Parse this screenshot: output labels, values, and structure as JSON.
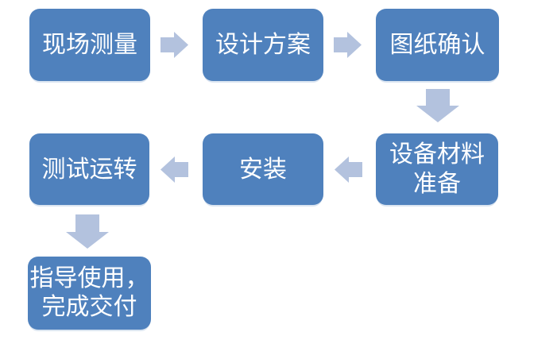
{
  "colors": {
    "canvas_bg": "#ffffff",
    "box_fill": "#4f81bd",
    "box_text": "#ffffff",
    "box_shadow": "#dbe5f1",
    "arrow_fill": "#b3c2de"
  },
  "flow": {
    "nodes": [
      {
        "id": "site-measurement",
        "label": "现场测量"
      },
      {
        "id": "design-plan",
        "label": "设计方案"
      },
      {
        "id": "drawing-confirmation",
        "label": "图纸确认"
      },
      {
        "id": "equipment-material-prep",
        "label": "设备材料\n准备"
      },
      {
        "id": "installation",
        "label": "安装"
      },
      {
        "id": "test-run",
        "label": "测试运转"
      },
      {
        "id": "guide-use-delivery",
        "label": "指导使用，\n完成交付"
      }
    ],
    "arrows": [
      {
        "direction": "right",
        "from": "site-measurement",
        "to": "design-plan"
      },
      {
        "direction": "right",
        "from": "design-plan",
        "to": "drawing-confirmation"
      },
      {
        "direction": "down",
        "from": "drawing-confirmation",
        "to": "equipment-material-prep"
      },
      {
        "direction": "left",
        "from": "equipment-material-prep",
        "to": "installation"
      },
      {
        "direction": "left",
        "from": "installation",
        "to": "test-run"
      },
      {
        "direction": "down",
        "from": "test-run",
        "to": "guide-use-delivery"
      }
    ]
  }
}
